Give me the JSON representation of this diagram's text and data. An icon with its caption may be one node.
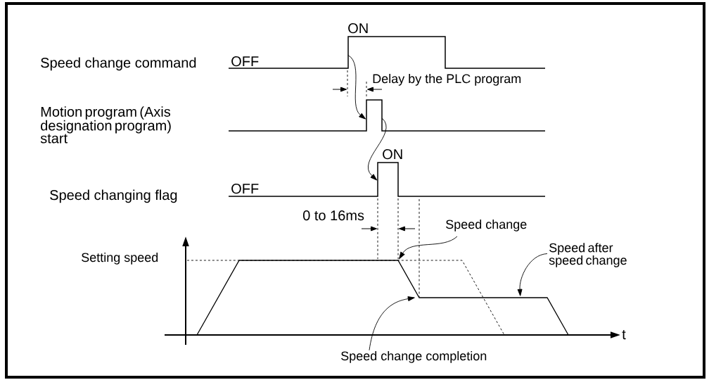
{
  "diagram": {
    "nodes": [
      {
        "text": [],
        "shape": "pulse",
        "beside": [
          "ON"
        ]
      },
      {
        "text": [],
        "shape": "pulse"
      },
      {
        "text": [],
        "shape": "pulse",
        "beside": [
          "ON"
        ]
      },
      {
        "text": [
          "Speed change"
        ]
      },
      {
        "text": [
          "Speed after speed change"
        ]
      },
      {
        "text": [],
        "shape": "curve"
      },
      {
        "text": [
          "Speed change completion"
        ]
      }
    ],
    "edges": [
      {
        "from": 0,
        "to": 1,
        "arrow": "to"
      },
      {
        "from": 1,
        "to": 2,
        "arrow": "to"
      },
      {
        "from": 3,
        "to": 5,
        "arrow": "to"
      },
      {
        "from": 4,
        "to": 5,
        "arrow": "to"
      },
      {
        "from": 6,
        "to": 5,
        "arrow": "to"
      }
    ],
    "labels": [
      "Speed change command",
      "OFF",
      "Delay by the PLC program",
      "Motion program (Axis designation program) start",
      "Speed changing flag",
      "OFF",
      "0 to 16ms",
      "Setting speed",
      "t"
    ]
  }
}
